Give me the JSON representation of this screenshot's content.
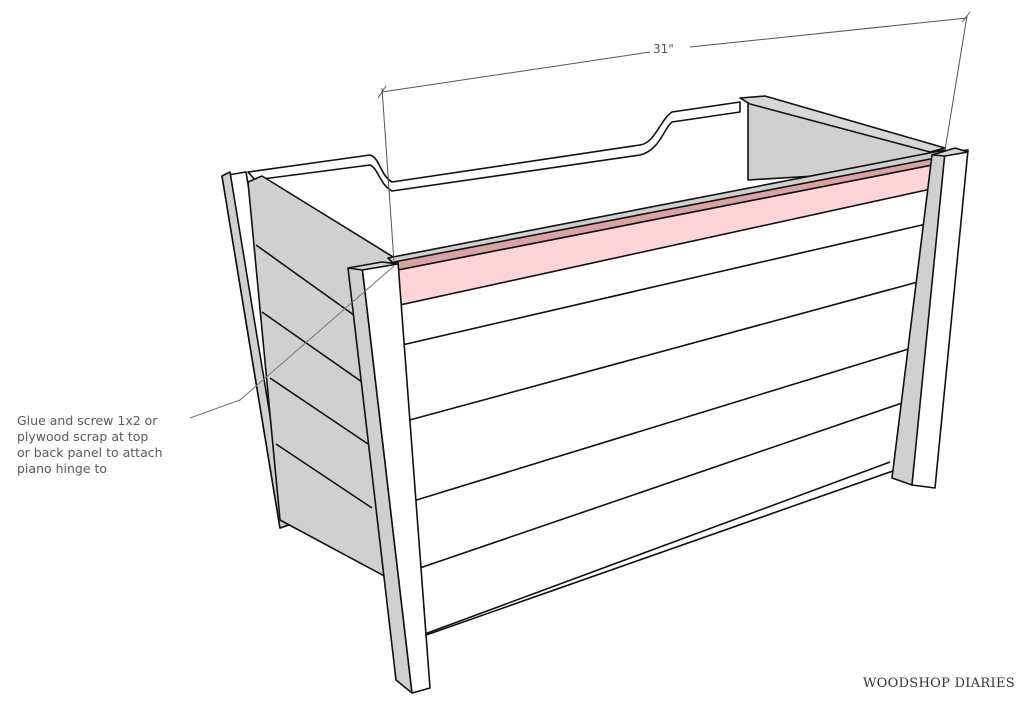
{
  "diagram": {
    "subject": "Storage chest / toy box frame, 3D assembly view",
    "dimension": {
      "label": "31\"",
      "measures": "overall width"
    },
    "annotation": {
      "lines": [
        "Glue and screw 1x2 or",
        "plywood scrap at top",
        "or back panel to attach",
        "piano hinge to"
      ]
    },
    "highlighted_part": {
      "name": "1x2 hinge strip",
      "color": "#ffd4d4",
      "edge_color": "#d9a3a3"
    },
    "colors": {
      "face_white": "#ffffff",
      "face_gray": "#d0d0d0",
      "outline": "#111111",
      "leader_line": "#777777"
    },
    "front_boards": 5,
    "side_boards": 5
  },
  "brand": {
    "name": "WOODSHOP DIARIES"
  }
}
